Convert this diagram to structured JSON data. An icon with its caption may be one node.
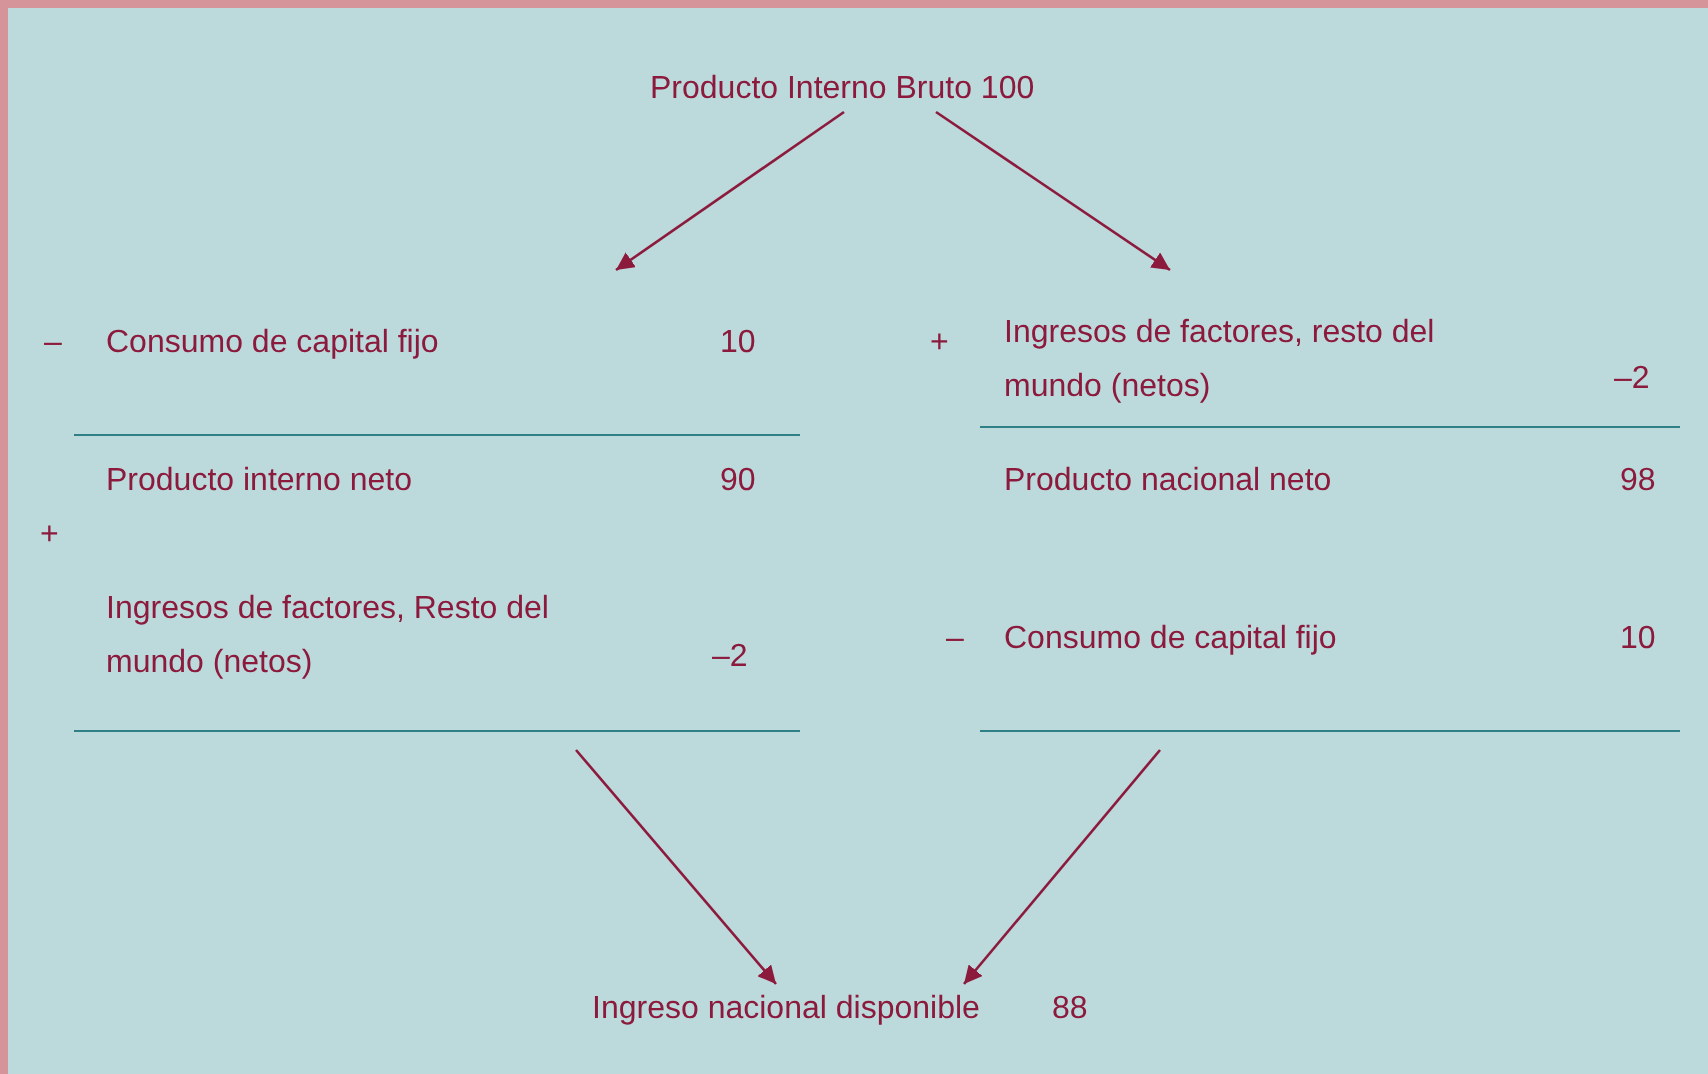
{
  "diagram": {
    "nodes": [
      {
        "text": [
          "Producto Interno Bruto 100"
        ]
      },
      {
        "text": [
          "–",
          "Consumo de capital fijo",
          "10",
          "Producto interno neto",
          "90",
          "+",
          "Ingresos de factores, Resto del mundo (netos)",
          "–2"
        ]
      },
      {
        "text": [
          "+",
          "Ingresos de factores, resto del mundo (netos)",
          "–2",
          "Producto nacional neto",
          "98",
          "–",
          "Consumo de capital fijo",
          "10"
        ]
      },
      {
        "text": [
          "Ingreso nacional disponible",
          "88"
        ]
      }
    ],
    "edges": [
      {
        "from": 0,
        "to": 1,
        "arrow": "to"
      },
      {
        "from": 0,
        "to": 2,
        "arrow": "to"
      },
      {
        "from": 1,
        "to": 3,
        "arrow": "to"
      },
      {
        "from": 2,
        "to": 3,
        "arrow": "to"
      }
    ]
  }
}
